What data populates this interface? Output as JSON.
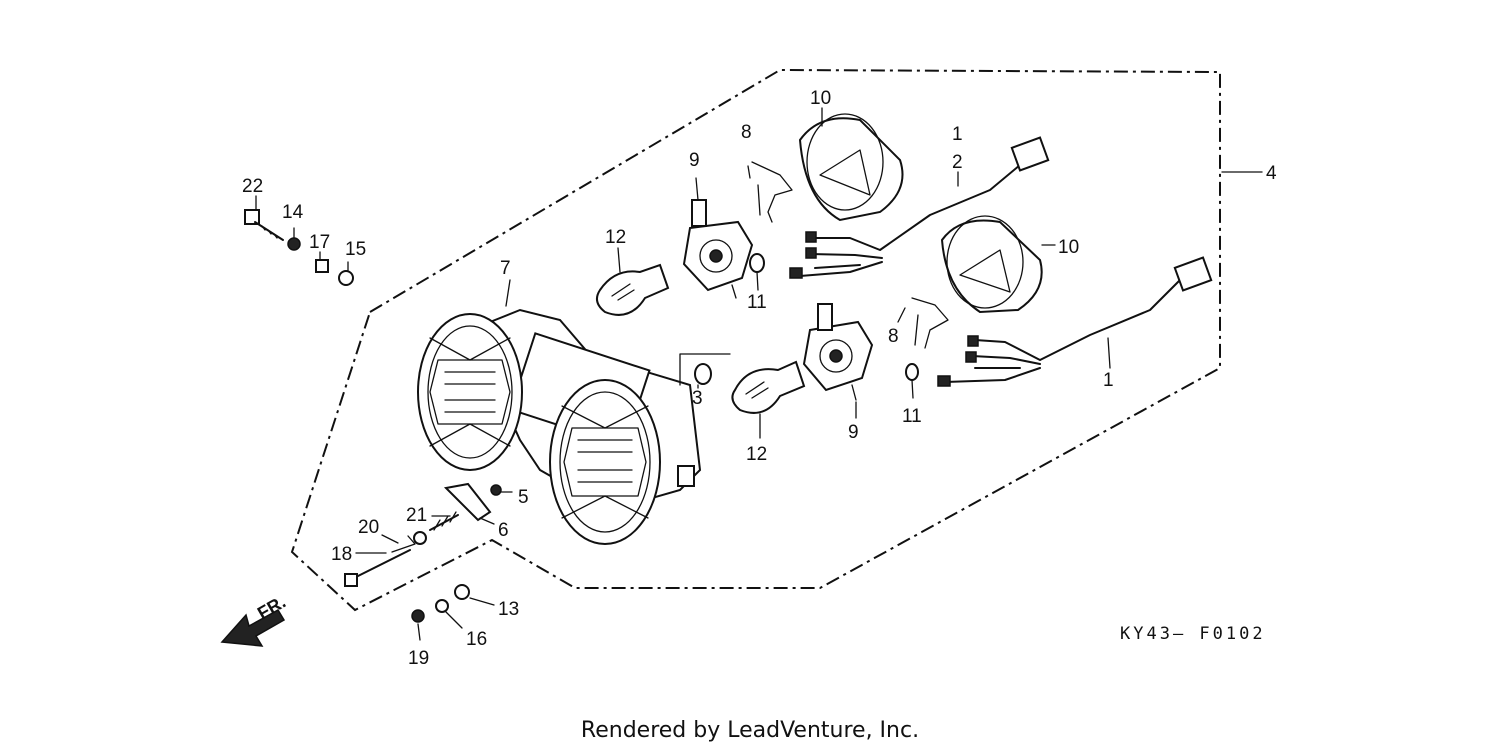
{
  "diagram": {
    "callouts": [
      {
        "id": "c1a",
        "text": "1"
      },
      {
        "id": "c1b",
        "text": "1"
      },
      {
        "id": "c2",
        "text": "2"
      },
      {
        "id": "c3",
        "text": "3"
      },
      {
        "id": "c4",
        "text": "4"
      },
      {
        "id": "c5",
        "text": "5"
      },
      {
        "id": "c6",
        "text": "6"
      },
      {
        "id": "c7",
        "text": "7"
      },
      {
        "id": "c8a",
        "text": "8"
      },
      {
        "id": "c8b",
        "text": "8"
      },
      {
        "id": "c9a",
        "text": "9"
      },
      {
        "id": "c9b",
        "text": "9"
      },
      {
        "id": "c10a",
        "text": "10"
      },
      {
        "id": "c10b",
        "text": "10"
      },
      {
        "id": "c11a",
        "text": "11"
      },
      {
        "id": "c11b",
        "text": "11"
      },
      {
        "id": "c12a",
        "text": "12"
      },
      {
        "id": "c12b",
        "text": "12"
      },
      {
        "id": "c13",
        "text": "13"
      },
      {
        "id": "c14",
        "text": "14"
      },
      {
        "id": "c15",
        "text": "15"
      },
      {
        "id": "c16",
        "text": "16"
      },
      {
        "id": "c17",
        "text": "17"
      },
      {
        "id": "c18",
        "text": "18"
      },
      {
        "id": "c19",
        "text": "19"
      },
      {
        "id": "c20",
        "text": "20"
      },
      {
        "id": "c21",
        "text": "21"
      },
      {
        "id": "c22",
        "text": "22"
      }
    ],
    "front_marker": "FR.",
    "drawing_code": "KY43— F0102"
  },
  "footer": {
    "credit": "Rendered by LeadVenture, Inc."
  }
}
